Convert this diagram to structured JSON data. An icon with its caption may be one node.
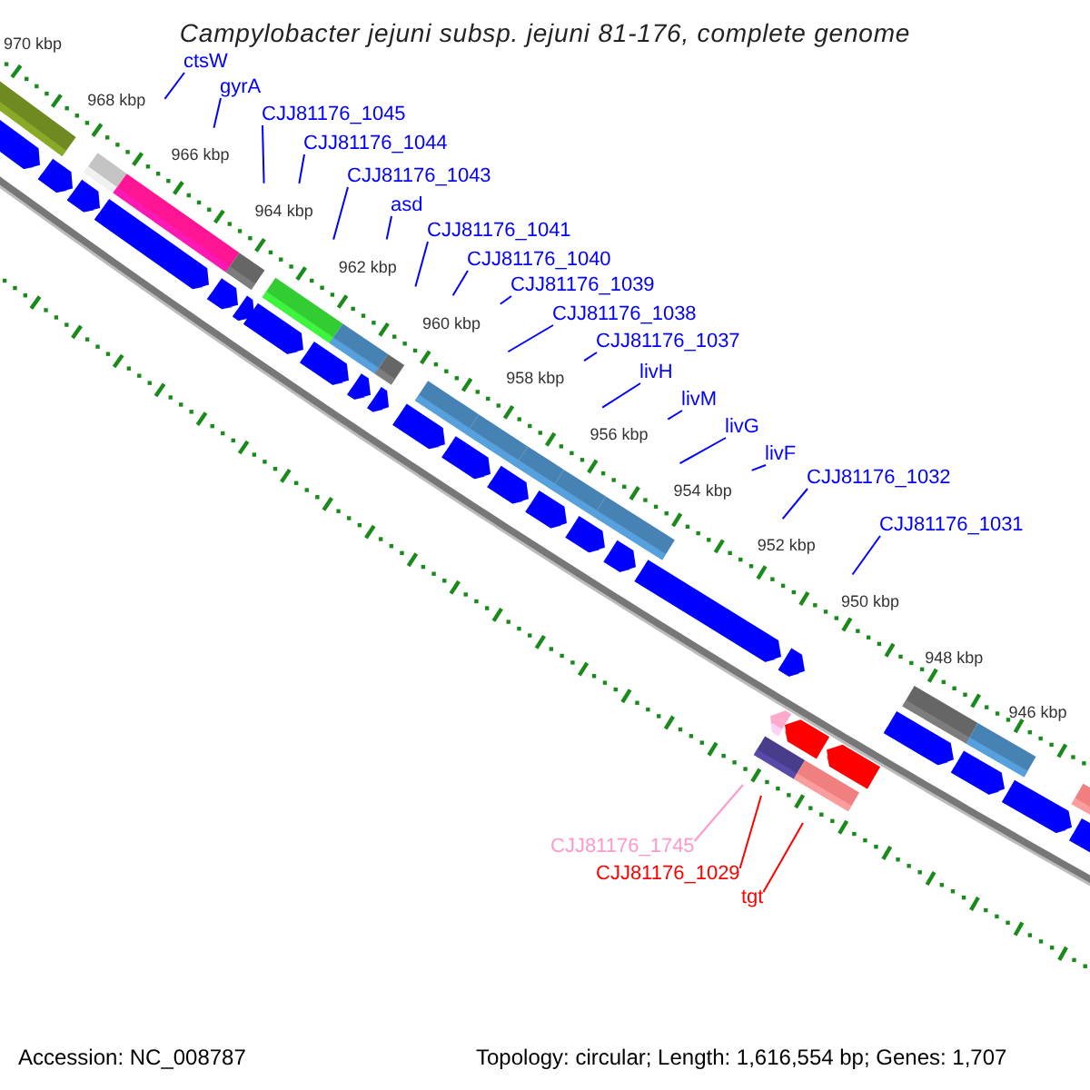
{
  "diagram": {
    "title": "Campylobacter jejuni subsp. jejuni 81-176, complete genome",
    "nodes": [
      {
        "text": [
          "ctsW"
        ]
      },
      {
        "text": [
          "gyrA"
        ]
      },
      {
        "text": [
          "CJJ81176_1045"
        ]
      },
      {
        "text": [
          "CJJ81176_1044"
        ]
      },
      {
        "text": [
          "CJJ81176_1043"
        ]
      },
      {
        "text": [
          "asd"
        ]
      },
      {
        "text": [
          "CJJ81176_1041"
        ]
      },
      {
        "text": [
          "CJJ81176_1040"
        ]
      },
      {
        "text": [
          "CJJ81176_1039"
        ]
      },
      {
        "text": [
          "CJJ81176_1038"
        ]
      },
      {
        "text": [
          "CJJ81176_1037"
        ]
      },
      {
        "text": [
          "livH"
        ]
      },
      {
        "text": [
          "livM"
        ]
      },
      {
        "text": [
          "livG"
        ]
      },
      {
        "text": [
          "livF"
        ]
      },
      {
        "text": [
          "CJJ81176_1032"
        ]
      },
      {
        "text": [
          "CJJ81176_1031"
        ]
      },
      {
        "text": [
          "CJJ81176_1745"
        ]
      },
      {
        "text": [
          "CJJ81176_1029"
        ]
      },
      {
        "text": [
          "tgt"
        ]
      }
    ],
    "edges": [
      {
        "from": 0,
        "to": null,
        "arrow": "none"
      },
      {
        "from": 1,
        "to": null,
        "arrow": "none"
      },
      {
        "from": 2,
        "to": null,
        "arrow": "none"
      },
      {
        "from": 3,
        "to": null,
        "arrow": "none"
      },
      {
        "from": 4,
        "to": null,
        "arrow": "none"
      },
      {
        "from": 5,
        "to": null,
        "arrow": "none"
      },
      {
        "from": 6,
        "to": null,
        "arrow": "none"
      },
      {
        "from": 7,
        "to": null,
        "arrow": "none"
      },
      {
        "from": 8,
        "to": null,
        "arrow": "none"
      },
      {
        "from": 9,
        "to": null,
        "arrow": "none"
      },
      {
        "from": 10,
        "to": null,
        "arrow": "none"
      },
      {
        "from": 11,
        "to": null,
        "arrow": "none"
      },
      {
        "from": 12,
        "to": null,
        "arrow": "none"
      },
      {
        "from": 13,
        "to": null,
        "arrow": "none"
      },
      {
        "from": 14,
        "to": null,
        "arrow": "none"
      },
      {
        "from": 15,
        "to": null,
        "arrow": "none"
      },
      {
        "from": 16,
        "to": null,
        "arrow": "none"
      },
      {
        "from": 17,
        "to": null,
        "arrow": "none",
        "color": "#ff99cc"
      },
      {
        "from": 18,
        "to": null,
        "arrow": "none",
        "color": "#ff0000"
      },
      {
        "from": 19,
        "to": null,
        "arrow": "none",
        "color": "#ff0000"
      }
    ],
    "labels": [
      "970 kbp",
      "968 kbp",
      "966 kbp",
      "964 kbp",
      "962 kbp",
      "960 kbp",
      "958 kbp",
      "956 kbp",
      "954 kbp",
      "952 kbp",
      "950 kbp",
      "948 kbp",
      "946 kbp",
      "Accession: NC_008787",
      "Topology: circular; Length: 1,616,554 bp; Genes: 1,707"
    ]
  }
}
